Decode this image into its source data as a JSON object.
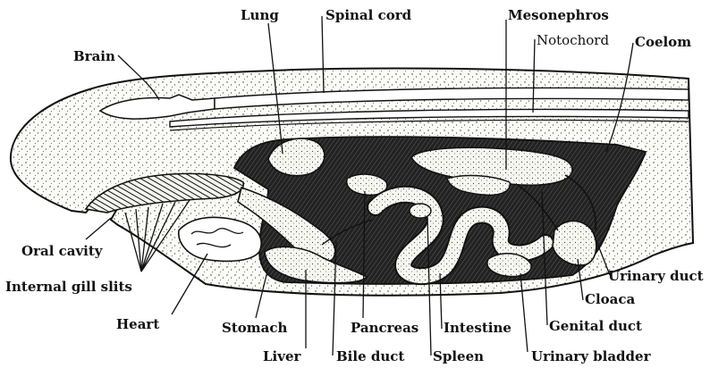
{
  "labels": {
    "brain": "Brain",
    "lung": "Lung",
    "spinal_cord": "Spinal cord",
    "mesonephros": "Mesonephros",
    "notochord": "Notochord",
    "coelom": "Coelom",
    "oral_cavity": "Oral cavity",
    "internal_gill_slits": "Internal gill slits",
    "heart": "Heart",
    "stomach": "Stomach",
    "liver": "Liver",
    "bile_duct": "Bile duct",
    "pancreas": "Pancreas",
    "spleen": "Spleen",
    "intestine": "Intestine",
    "urinary_bladder": "Urinary bladder",
    "genital_duct": "Genital duct",
    "cloaca": "Cloaca",
    "urinary_duct": "Urinary duct"
  },
  "colors": {
    "ink": "#111111",
    "body_fill": "#fbfbf7",
    "coelom_fill": "#1c1c1c",
    "organ_fill": "#f7f7f2"
  }
}
